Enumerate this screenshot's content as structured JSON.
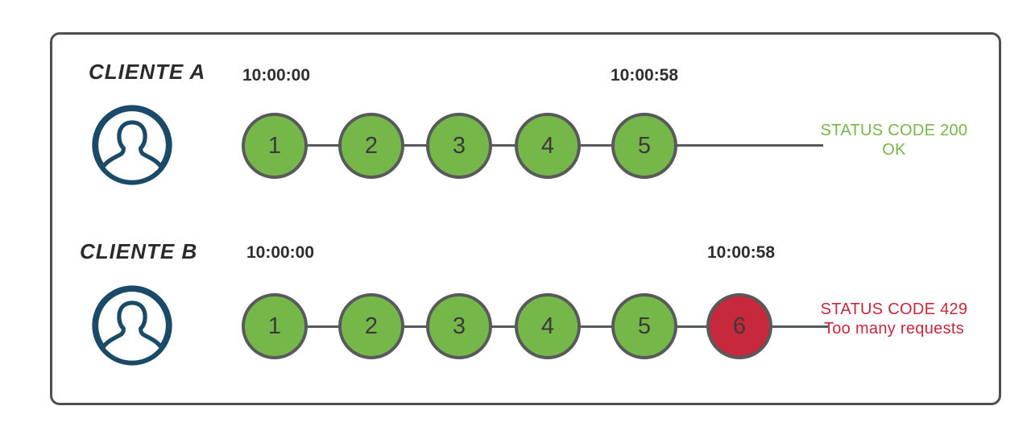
{
  "diagram": {
    "clients": [
      {
        "name": "CLIENTE A",
        "start_time": "10:00:00",
        "end_time": "10:00:58",
        "requests": [
          {
            "number": "1",
            "state": "allowed"
          },
          {
            "number": "2",
            "state": "allowed"
          },
          {
            "number": "3",
            "state": "allowed"
          },
          {
            "number": "4",
            "state": "allowed"
          },
          {
            "number": "5",
            "state": "allowed"
          }
        ],
        "status": {
          "code_line": "STATUS CODE 200",
          "message_line": "OK",
          "color": "#77B74A"
        }
      },
      {
        "name": "CLIENTE B",
        "start_time": "10:00:00",
        "end_time": "10:00:58",
        "requests": [
          {
            "number": "1",
            "state": "allowed"
          },
          {
            "number": "2",
            "state": "allowed"
          },
          {
            "number": "3",
            "state": "allowed"
          },
          {
            "number": "4",
            "state": "allowed"
          },
          {
            "number": "5",
            "state": "allowed"
          },
          {
            "number": "6",
            "state": "blocked"
          }
        ],
        "status": {
          "code_line": "STATUS CODE 429",
          "message_line": "Too many requests",
          "color": "#C5293B"
        }
      }
    ],
    "colors": {
      "request_allowed": "#76B74A",
      "request_blocked": "#C5293B",
      "circle_border": "#58595B",
      "timeline_line": "#58595B",
      "avatar_blue": "#1A4A68",
      "frame_border": "#4F4F4F",
      "label_text": "#2B2B2B"
    },
    "icons": {
      "avatar": "user-avatar-icon"
    }
  }
}
